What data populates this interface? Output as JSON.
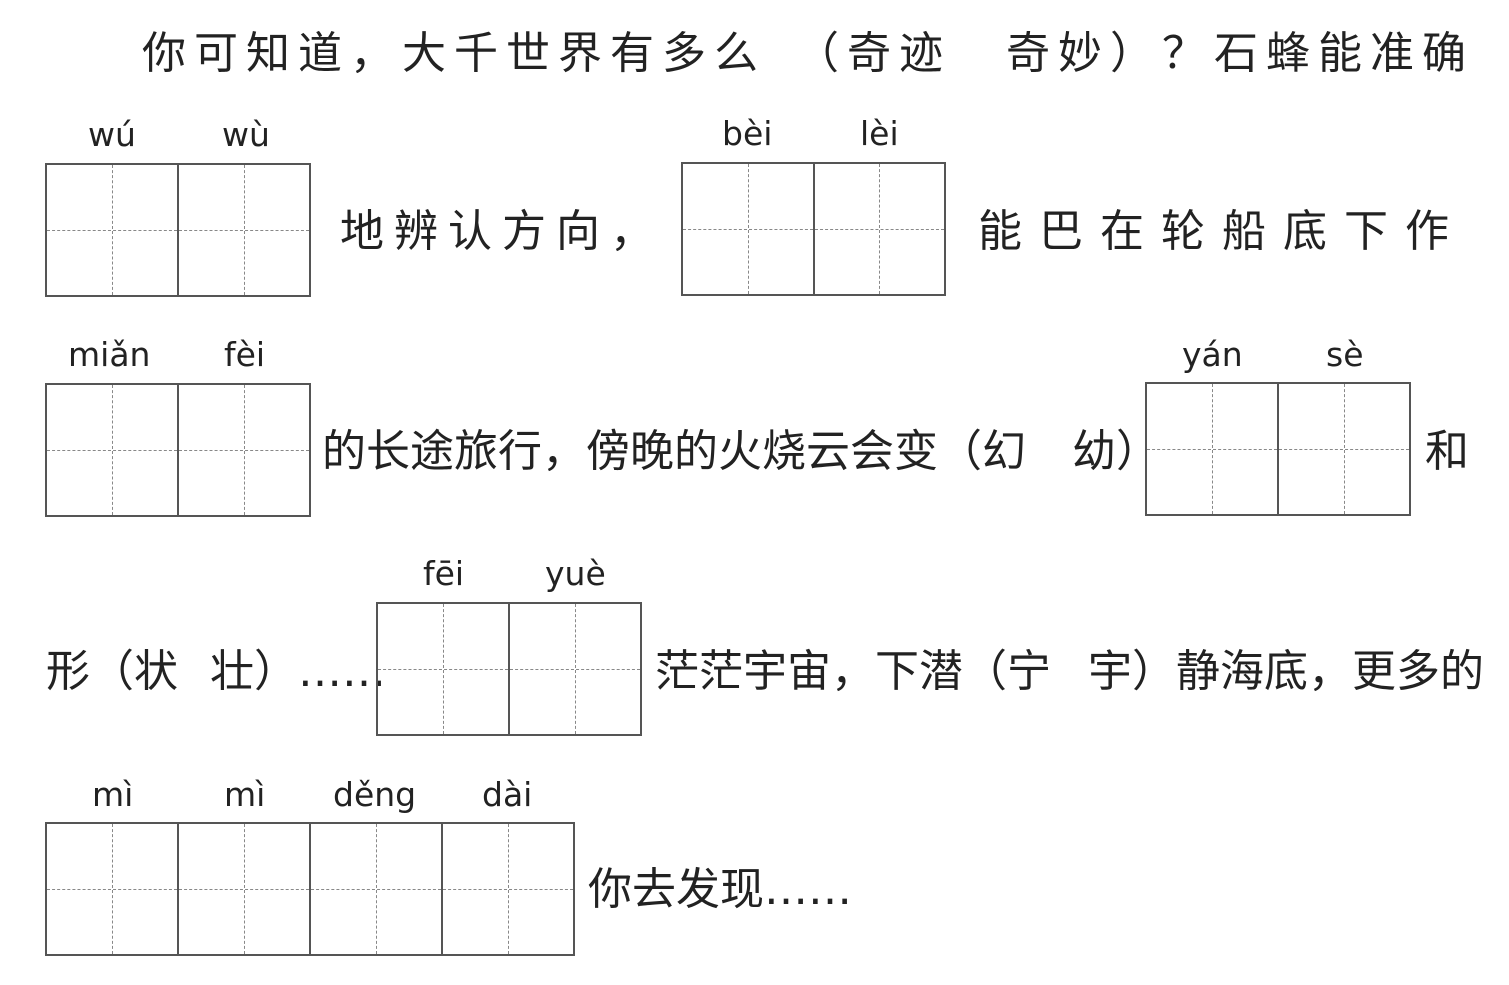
{
  "lines": {
    "line1": {
      "start": "你可知道，大千世界有多么",
      "choice1": "（奇迹",
      "choice2": "奇妙）？石蜂能准确"
    },
    "line2": {
      "mid": "地辨认方向，",
      "end": "能巴在轮船底下作"
    },
    "line3": {
      "mid": "的长途旅行，傍晚的火烧云会变（幻",
      "choice": "幼）",
      "end": "和"
    },
    "line4": {
      "start": "形（状",
      "choice": "壮）……",
      "mid": "茫茫宇宙，下潜（宁",
      "end": "宇）静海底，更多的"
    },
    "line5": {
      "end": "你去发现……"
    }
  },
  "blanks": [
    {
      "id": "wuwu",
      "pinyin": [
        "wú",
        "wù"
      ]
    },
    {
      "id": "beilei",
      "pinyin": [
        "bèi",
        "lèi"
      ]
    },
    {
      "id": "mianfei",
      "pinyin": [
        "miǎn",
        "fèi"
      ]
    },
    {
      "id": "yanse",
      "pinyin": [
        "yán",
        "sè"
      ]
    },
    {
      "id": "feiyue",
      "pinyin": [
        "fēi",
        "yuè"
      ]
    },
    {
      "id": "mimidengdai",
      "pinyin": [
        "mì",
        "mì",
        "děng",
        "dài"
      ]
    }
  ]
}
